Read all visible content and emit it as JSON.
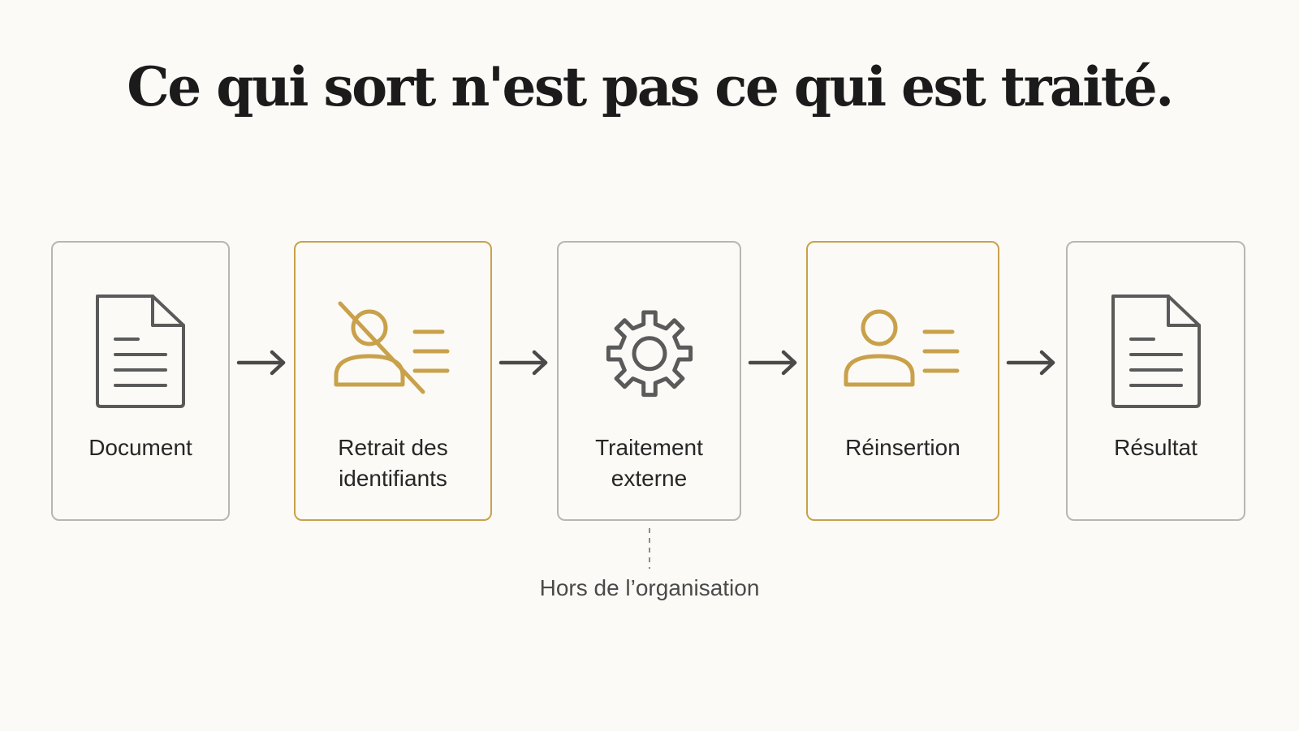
{
  "title": "Ce qui sort n'est pas ce qui est traité.",
  "colors": {
    "background": "#fbfaf6",
    "neutral_border": "#b6b6b6",
    "accent_gold": "#c9a14b",
    "icon_gray": "#5a5a5a",
    "arrow": "#4a4a4a"
  },
  "steps": [
    {
      "label": "Document",
      "icon": "document-icon",
      "highlight": false
    },
    {
      "label": "Retrait des\nidentifiants",
      "icon": "user-removed-icon",
      "highlight": true
    },
    {
      "label": "Traitement\nexterne",
      "icon": "gear-icon",
      "highlight": false
    },
    {
      "label": "Réinsertion",
      "icon": "user-profile-icon",
      "highlight": true
    },
    {
      "label": "Résultat",
      "icon": "document-icon",
      "highlight": false
    }
  ],
  "note": "Hors de l’organisation"
}
